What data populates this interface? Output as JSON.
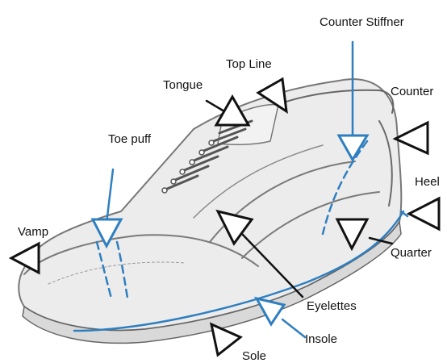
{
  "labels": {
    "counter_stiffner": "Counter Stiffner",
    "counter": "Counter",
    "heel": "Heel",
    "quarter": "Quarter",
    "top_line": "Top Line",
    "tongue": "Tongue",
    "toe_puff": "Toe puff",
    "vamp": "Vamp",
    "eyelettes": "Eyelettes",
    "insole": "Insole",
    "sole": "Sole"
  },
  "colors": {
    "blue_lines": "#2f7fc0",
    "black_outline": "#111111",
    "sketch": "#8a8a8a"
  }
}
